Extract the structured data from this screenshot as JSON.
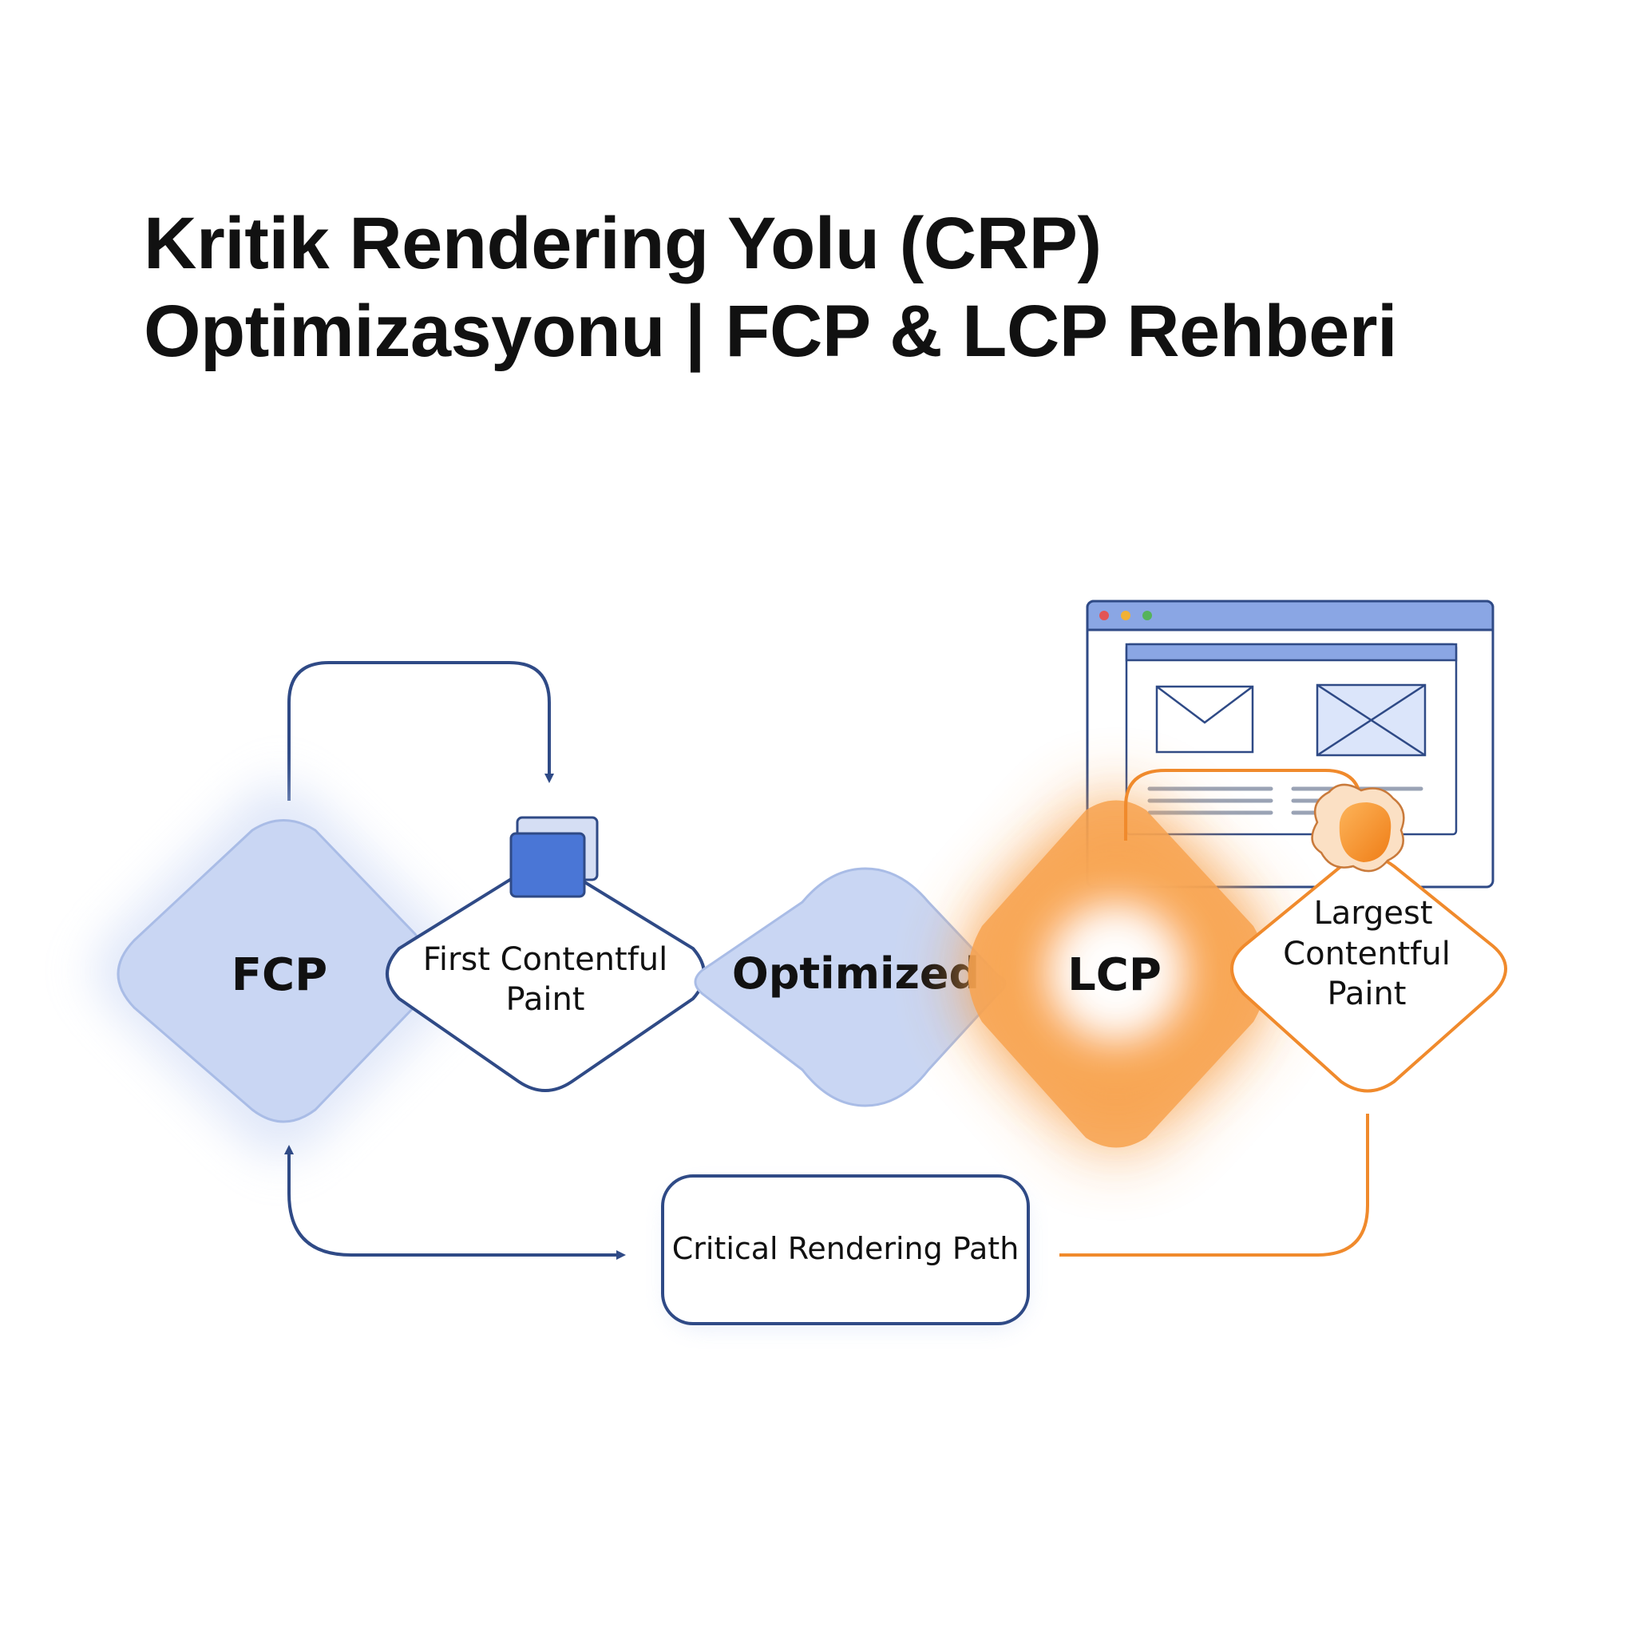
{
  "title": {
    "line1": "Kritik Rendering Yolu (CRP)",
    "line2": "Optimizasyonu | FCP & LCP Rehberi"
  },
  "nodes": {
    "fcp": "FCP",
    "first_contentful_paint": [
      "First Contentful",
      "Paint"
    ],
    "optimized": "Optimized",
    "lcp": "LCP",
    "largest_contentful_paint": [
      "Largest",
      "Contentful",
      "Paint"
    ],
    "critical_rendering_path": "Critical Rendering Path"
  },
  "icons": {
    "fcp_element": "stacked-squares-icon",
    "browser": "browser-window-icon",
    "image_placeholder_left": "image-placeholder-icon",
    "image_placeholder_right": "image-placeholder-icon",
    "lcp_element": "orange-blob-icon"
  },
  "colors": {
    "navy": "#2f4a86",
    "blue_fill": "#c9d6f3",
    "blue_stroke": "#9fb3e2",
    "orange": "#f08a2c",
    "orange_light": "#f9b46c",
    "title": "#111111",
    "browser_bar": "#7f9ee0"
  }
}
